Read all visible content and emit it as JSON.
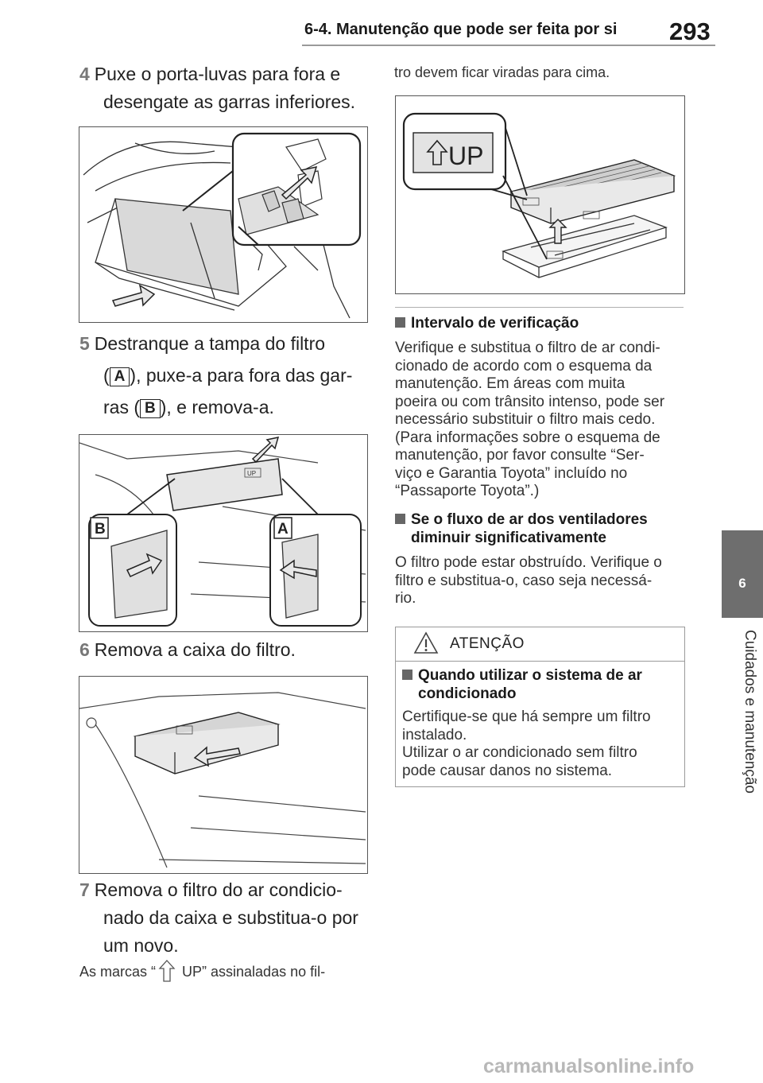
{
  "header": {
    "title": "6-4. Manutenção que pode ser feita por si",
    "page_number": "293"
  },
  "side_tab": {
    "chapter_number": "6",
    "chapter_label": "Cuidados e manutenção"
  },
  "steps": [
    {
      "number": "4",
      "line1": "Puxe o porta-luvas para fora e",
      "line2": "desengate as garras inferiores."
    },
    {
      "number": "5",
      "line1": "Destranque a tampa do filtro",
      "line2_pre": "(",
      "line2_box": "A",
      "line2_post": "), puxe-a para fora das gar-",
      "line3_pre": "ras (",
      "line3_box": "B",
      "line3_post": "), e remova-a."
    },
    {
      "number": "6",
      "line1": "Remova a caixa do filtro."
    },
    {
      "number": "7",
      "line1": "Remova o filtro do ar condicio-",
      "line2": "nado da caixa e substitua-o por",
      "line3": "um novo."
    }
  ],
  "note": {
    "pre": "As marcas “",
    "post": " UP” assinaladas no fil-",
    "continued": "tro devem ficar viradas para cima."
  },
  "figures": {
    "fig_up_label": "UP",
    "fig_b_label": "B",
    "fig_a_label": "A"
  },
  "sections": [
    {
      "title": "Intervalo de verificação",
      "lines": [
        "Verifique e substitua o filtro de ar condi-",
        "cionado de acordo com o esquema da",
        "manutenção. Em áreas com muita",
        "poeira ou com trânsito intenso, pode ser",
        "necessário substituir o filtro mais cedo.",
        "(Para informações sobre o esquema de",
        "manutenção, por favor consulte “Ser-",
        "viço e Garantia Toyota” incluído no",
        "“Passaporte Toyota”.)"
      ]
    },
    {
      "title_line1": "Se o fluxo de ar dos ventiladores",
      "title_line2": "diminuir significativamente",
      "lines": [
        "O filtro pode estar obstruído. Verifique o",
        "filtro e substitua-o, caso seja necessá-",
        "rio."
      ]
    }
  ],
  "warning": {
    "heading": "ATENÇÃO",
    "title_line1": "Quando utilizar o sistema de ar",
    "title_line2": "condicionado",
    "lines": [
      "Certifique-se que há sempre um filtro",
      "instalado.",
      "Utilizar o ar condicionado sem filtro",
      "pode causar danos no sistema."
    ]
  },
  "footer": {
    "watermark": "carmanualsonline.info"
  },
  "colors": {
    "accent_gray": "#6e6e6e",
    "text": "#1a1a1a",
    "arrow_fill": "#e8e8e8"
  }
}
